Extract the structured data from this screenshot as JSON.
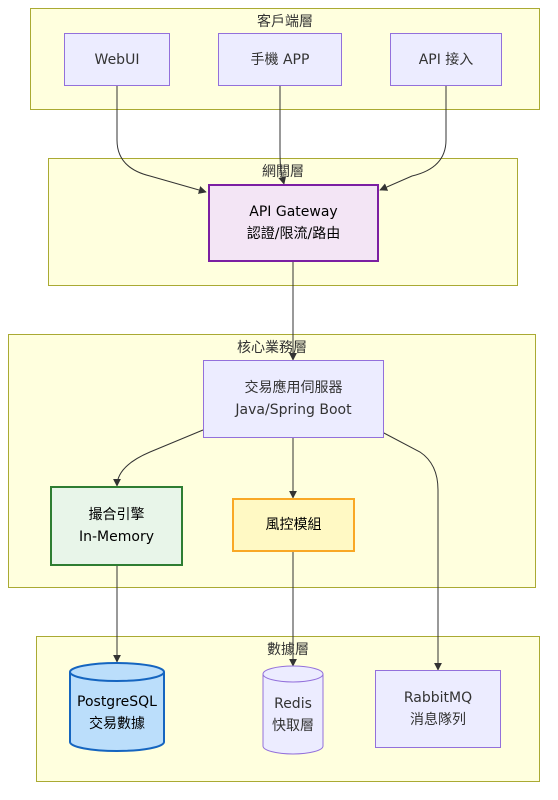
{
  "clusters": {
    "client": "客戶端層",
    "gateway": "網關層",
    "core": "核心業務層",
    "data": "數據層"
  },
  "nodes": {
    "webui": "WebUI",
    "mobile": "手機 APP",
    "api_access": "API 接入",
    "gateway": {
      "line1": "API Gateway",
      "line2": "認證/限流/路由"
    },
    "app_server": {
      "line1": "交易應用伺服器",
      "line2": "Java/Spring Boot"
    },
    "matching": {
      "line1": "撮合引擎",
      "line2": "In-Memory"
    },
    "risk": "風控模組",
    "postgres": {
      "line1": "PostgreSQL",
      "line2": "交易數據"
    },
    "redis": {
      "line1": "Redis",
      "line2": "快取層"
    },
    "rabbitmq": {
      "line1": "RabbitMQ",
      "line2": "消息隊列"
    }
  },
  "colors": {
    "cluster_fill": "#ffffde",
    "cluster_stroke": "#aaaa33",
    "node_fill": "#ececff",
    "node_stroke": "#9370db",
    "gateway_fill": "#f3e5f5",
    "gateway_stroke": "#7b1fa2",
    "matching_fill": "#e8f5e9",
    "matching_stroke": "#2e7d32",
    "risk_fill": "#fff9c4",
    "risk_stroke": "#f9a825",
    "postgres_fill": "#bbdefb",
    "postgres_stroke": "#1565c0",
    "edge": "#333333"
  }
}
